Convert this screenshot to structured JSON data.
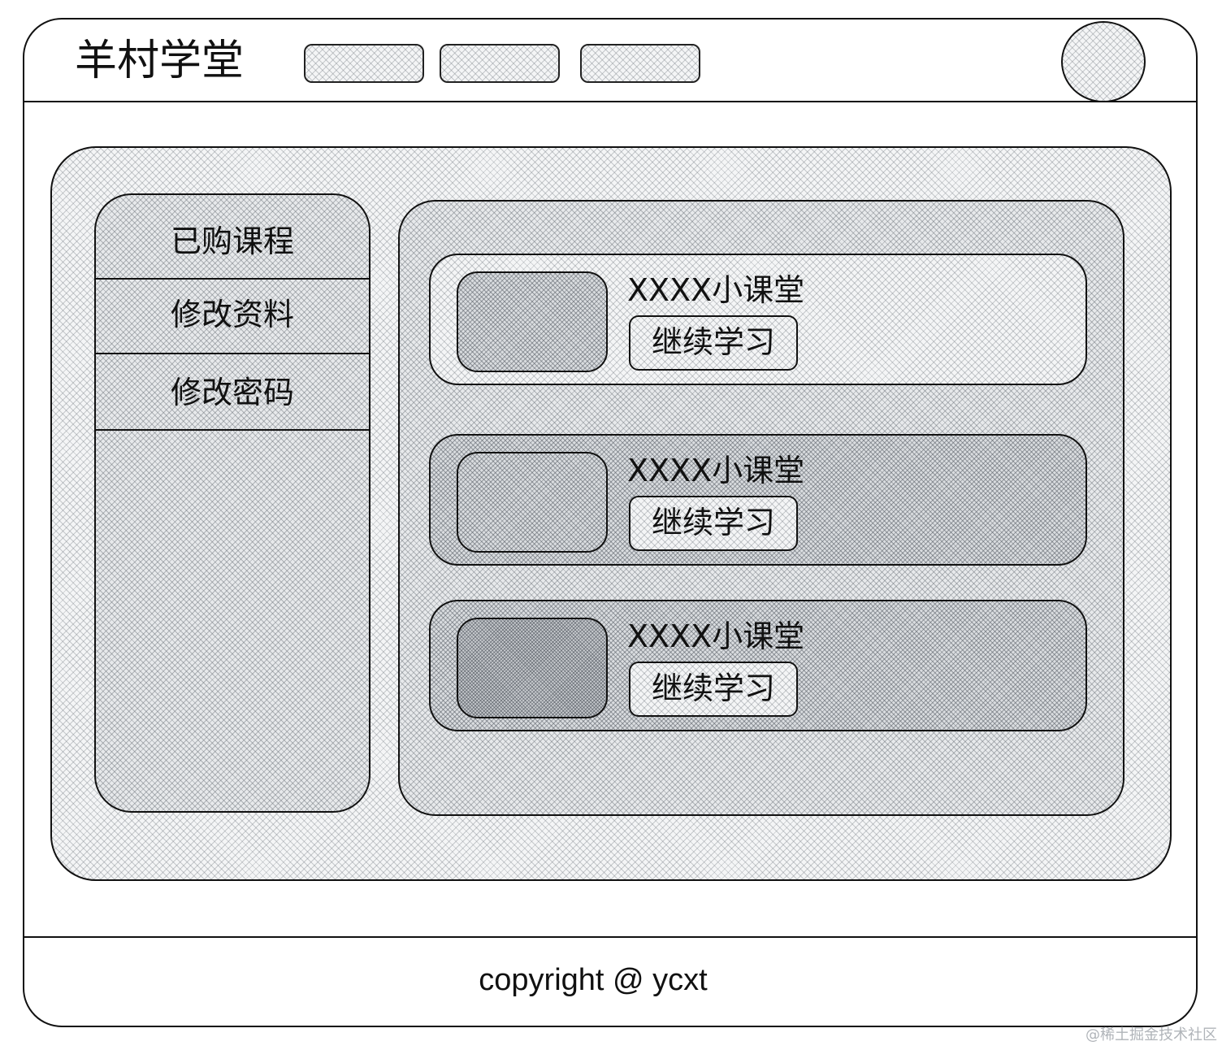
{
  "header": {
    "logo": "羊村学堂",
    "nav_tabs": [
      "",
      "",
      ""
    ]
  },
  "sidebar": {
    "items": [
      {
        "label": "已购课程"
      },
      {
        "label": "修改资料"
      },
      {
        "label": "修改密码"
      }
    ]
  },
  "courses": [
    {
      "title": "XXXX小课堂",
      "button": "继续学习"
    },
    {
      "title": "XXXX小课堂",
      "button": "继续学习"
    },
    {
      "title": "XXXX小课堂",
      "button": "继续学习"
    }
  ],
  "footer": {
    "copyright": "copyright @ ycxt"
  },
  "watermark": "@稀土掘金技术社区",
  "icons": {
    "avatar": "user-avatar-circle"
  }
}
